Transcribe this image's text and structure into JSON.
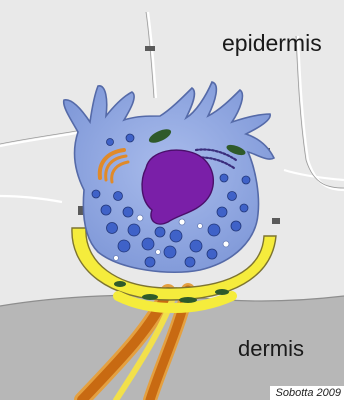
{
  "labels": {
    "epidermis": "epidermis",
    "dermis": "dermis",
    "credit": "Sobotta 2009"
  }
}
